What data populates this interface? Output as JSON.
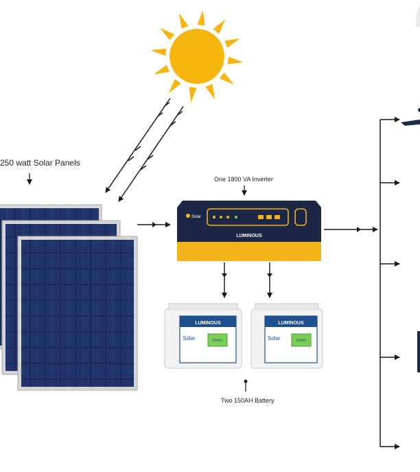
{
  "labels": {
    "panels": "250 watt Solar Panels",
    "inverter": "One 1800 VA Inverter",
    "battery": "Two 150AH Battery"
  },
  "inverter": {
    "brand": "LUMINOUS",
    "badge": "Solar"
  },
  "battery": {
    "brand": "LUMINOUS",
    "badge": "Solar",
    "capacity_tag": "150AH"
  },
  "colors": {
    "sun": "#f7b50f",
    "panel_cell": "#1b2a57",
    "panel_frame": "#c8c8c8",
    "inverter_body": "#1c2745",
    "inverter_base": "#f3b41b",
    "battery_label": "#1f4e8c",
    "arrow": "#1a1a1a"
  }
}
